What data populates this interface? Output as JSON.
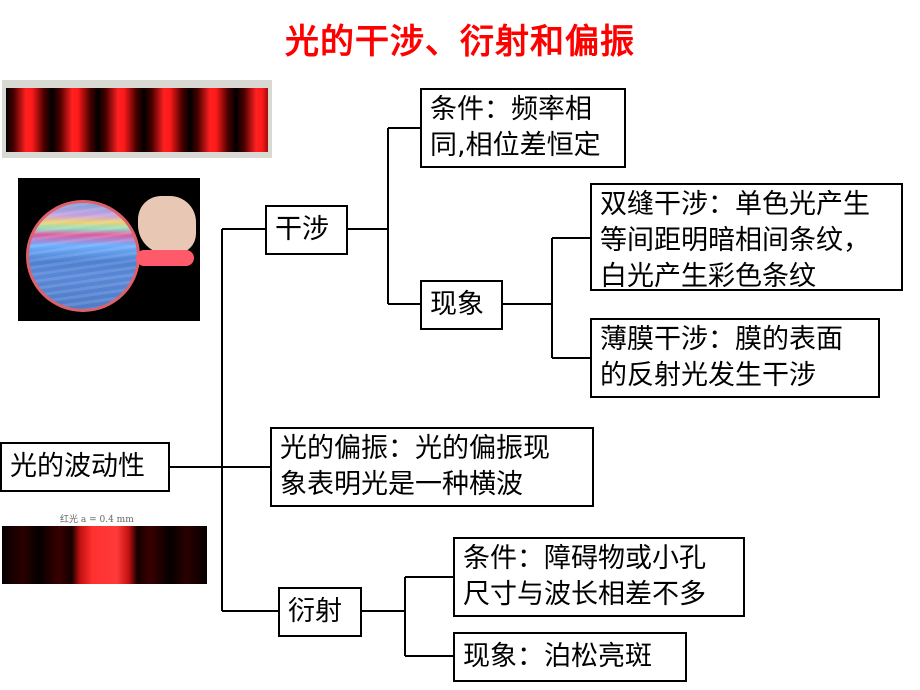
{
  "title": "光的干涉、衍射和偏振",
  "images": {
    "diffraction_caption": "红光   a = 0.4 mm"
  },
  "nodes": {
    "root": "光的波动性",
    "interference": "干涉",
    "interference_condition": "条件：频率相\n同,相位差恒定",
    "interference_phenomena": "现象",
    "double_slit": "双缝干涉：单色光产生\n等间距明暗相间条纹，\n白光产生彩色条纹",
    "thin_film": "薄膜干涉：膜的表面\n的反射光发生干涉",
    "polarization": "光的偏振：光的偏振现\n象表明光是一种横波",
    "diffraction": "衍射",
    "diffraction_condition": "条件：障碍物或小孔\n尺寸与波长相差不多",
    "diffraction_phenomena": "现象：泊松亮斑"
  },
  "colors": {
    "title": "#ff0000",
    "box_border": "#000000"
  }
}
